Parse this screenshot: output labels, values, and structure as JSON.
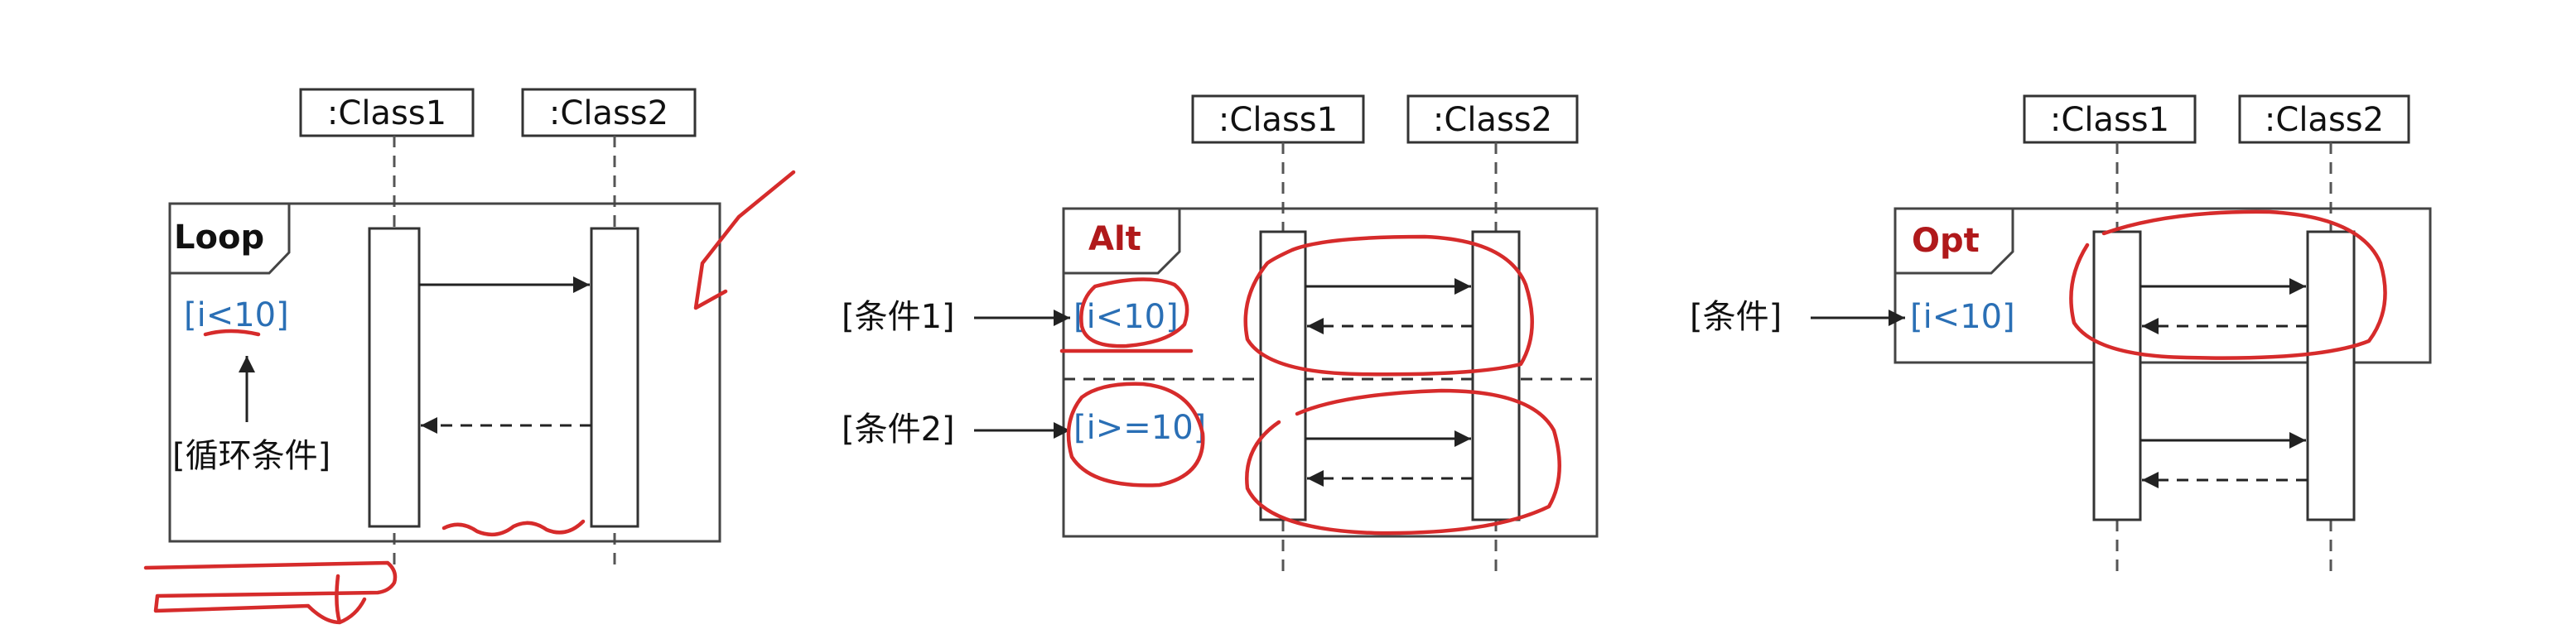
{
  "diagrams": [
    {
      "class1": ":Class1",
      "class2": ":Class2",
      "operator": "Loop",
      "guard": "[i<10]",
      "note": "[循环条件]"
    },
    {
      "class1": ":Class1",
      "class2": ":Class2",
      "operator": "Alt",
      "guard1": "[i<10]",
      "guard2": "[i>=10]",
      "note1": "[条件1]",
      "note2": "[条件2]"
    },
    {
      "class1": ":Class1",
      "class2": ":Class2",
      "operator": "Opt",
      "guard": "[i<10]",
      "note": "[条件]"
    }
  ],
  "colors": {
    "guard_text": "#2a6fb5",
    "operator_red": "#b0191b",
    "annotation_ink": "#d62b2b"
  }
}
